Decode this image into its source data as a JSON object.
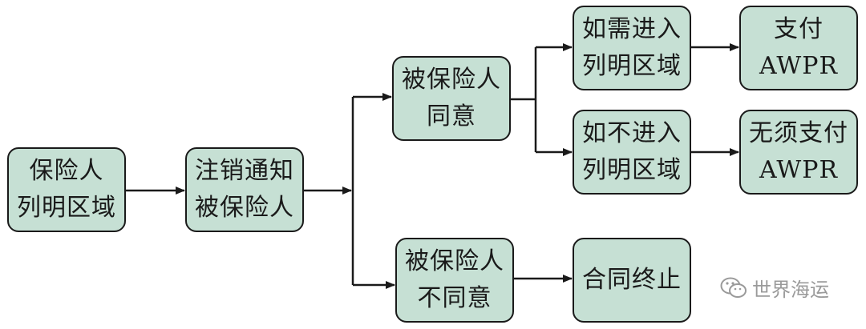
{
  "nodes": {
    "insurer_listed_area": {
      "line1": "保险人",
      "line2": "列明区域"
    },
    "notify_cancel": {
      "line1": "注销通知",
      "line2": "被保险人"
    },
    "insured_agree": {
      "line1": "被保险人",
      "line2": "同意"
    },
    "insured_disagree": {
      "line1": "被保险人",
      "line2": "不同意"
    },
    "need_enter": {
      "line1": "如需进入",
      "line2": "列明区域"
    },
    "no_enter": {
      "line1": "如不进入",
      "line2": "列明区域"
    },
    "pay_awpr": {
      "line1": "支付",
      "line2": "AWPR"
    },
    "no_pay_awpr": {
      "line1": "无须支付",
      "line2": "AWPR"
    },
    "contract_end": {
      "line1": "合同终止"
    }
  },
  "watermark": {
    "text": "世界海运",
    "icon": "wechat-icon"
  },
  "colors": {
    "node_fill": "#c6e0d4",
    "stroke": "#1a1a1a",
    "watermark": "#9a9a9a"
  }
}
